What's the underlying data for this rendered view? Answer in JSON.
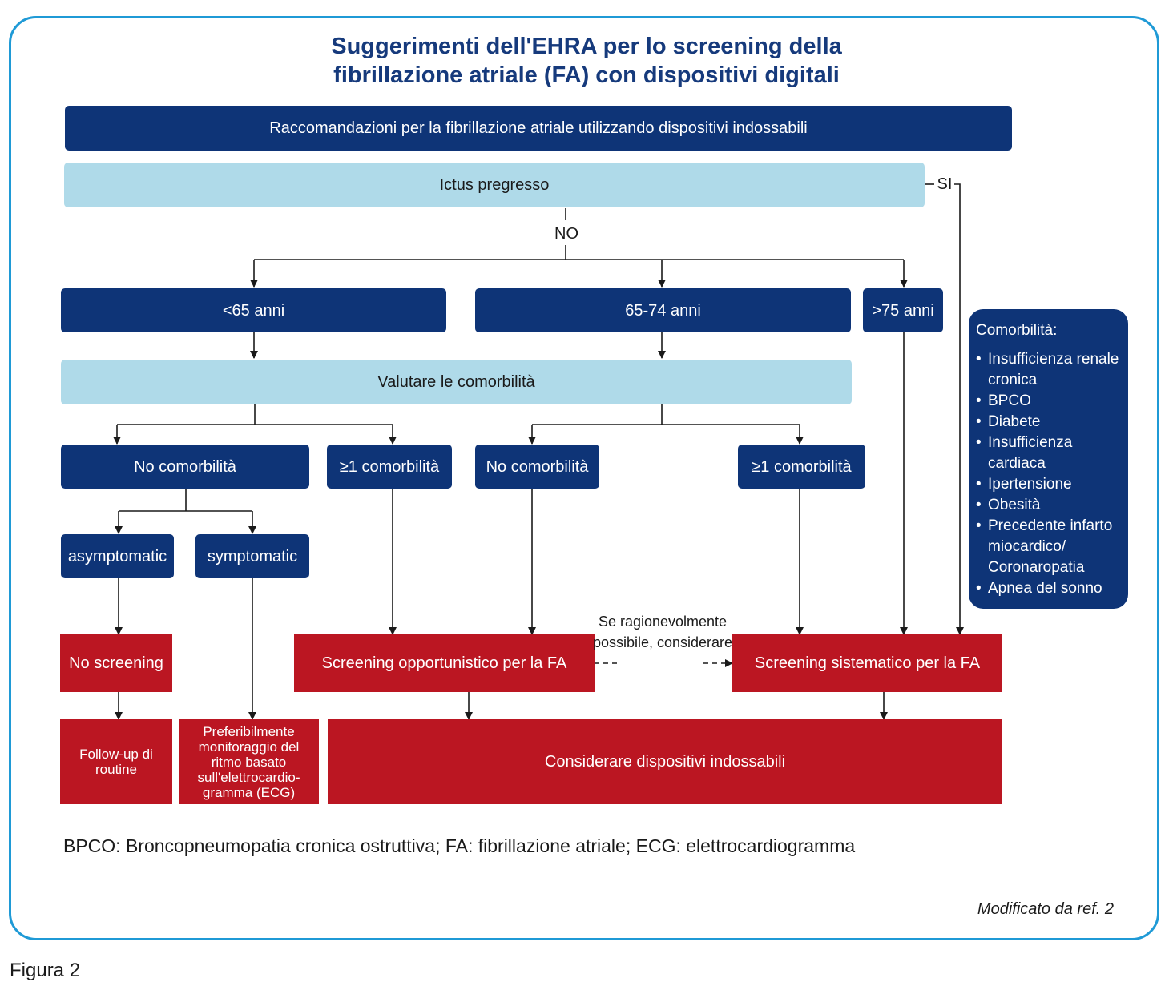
{
  "title": {
    "line1": "Suggerimenti dell'EHRA per lo screening della",
    "line2": "fibrillazione atriale (FA) con dispositivi digitali"
  },
  "header_box": "Raccomandazioni per la fibrillazione atriale utilizzando dispositivi indossabili",
  "stroke_box": "Ictus pregresso",
  "labels": {
    "yes": "SI",
    "no": "NO",
    "dashed": "Se ragionevolmente possibile, considerare"
  },
  "age_groups": {
    "under65": "<65 anni",
    "age65_74": "65-74 anni",
    "over75": ">75 anni"
  },
  "evaluate_box": "Valutare le comorbilità",
  "comorbidity_branches": {
    "left_none": "No comorbilità",
    "left_one": "≥1 comorbilità",
    "mid_none": "No comorbilità",
    "mid_one": "≥1 comorbilità"
  },
  "symptoms": {
    "asymptomatic": "asymptomatic",
    "symptomatic": "symptomatic"
  },
  "outcomes": {
    "no_screening": "No screening",
    "opportunistic": "Screening opportunistico per la FA",
    "systematic": "Screening sistematico per la FA",
    "followup": "Follow-up di routine",
    "ecg_monitoring": "Preferibilmente monitoraggio del ritmo basato sull'elettrocardio-gramma (ECG)",
    "wearables": "Considerare dispositivi indossabili"
  },
  "comorbidities_panel": {
    "heading": "Comorbilità:",
    "items": [
      "Insufficienza renale cronica",
      "BPCO",
      "Diabete",
      "Insufficienza cardiaca",
      "Ipertensione",
      "Obesità",
      "Precedente infarto miocardico/ Coronaropatia",
      "Apnea del sonno"
    ]
  },
  "footnote": "BPCO: Broncopneumopatia cronica ostruttiva; FA: fibrillazione atriale; ECG: elettrocardiogramma",
  "source": "Modificato da ref. 2",
  "figure_label": "Figura 2",
  "colors": {
    "frame": "#1f9ad6",
    "dark_blue": "#0e3477",
    "light_blue": "#afdae9",
    "red": "#bb1622",
    "title": "#163a7c"
  }
}
